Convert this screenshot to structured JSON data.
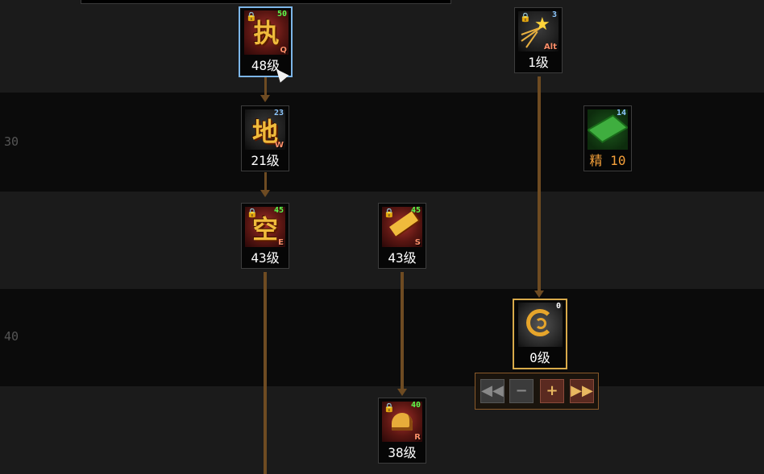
{
  "rows": [
    {
      "label": "30"
    },
    {
      "label": "40"
    }
  ],
  "skills": [
    {
      "id": "zhi",
      "glyph": "执",
      "count": "50",
      "key": "Q",
      "level": "48级",
      "locked": true,
      "icon": "zhi-skill-icon"
    },
    {
      "id": "star",
      "glyph": "",
      "count": "3",
      "key": "Alt",
      "level": "1级",
      "locked": true,
      "icon": "star-burst-icon"
    },
    {
      "id": "di",
      "glyph": "地",
      "count": "23",
      "key": "W",
      "level": "21级",
      "locked": false,
      "icon": "di-skill-icon"
    },
    {
      "id": "green",
      "glyph": "",
      "count": "14",
      "key": "",
      "level": "精 10",
      "locked": false,
      "icon": "green-leaf-icon"
    },
    {
      "id": "kong",
      "glyph": "空",
      "count": "45",
      "key": "E",
      "level": "43级",
      "locked": true,
      "icon": "kong-skill-icon"
    },
    {
      "id": "slash",
      "glyph": "",
      "count": "45",
      "key": "S",
      "level": "43级",
      "locked": true,
      "icon": "slash-skill-icon"
    },
    {
      "id": "spiral",
      "glyph": "",
      "count": "0",
      "key": "",
      "level": "0级",
      "locked": false,
      "icon": "spiral-skill-icon"
    },
    {
      "id": "bell",
      "glyph": "",
      "count": "40",
      "key": "R",
      "level": "38级",
      "locked": true,
      "icon": "bell-skill-icon"
    }
  ],
  "controls": {
    "rewind": "◀◀",
    "minus": "−",
    "plus": "+",
    "forward": "▶▶"
  },
  "icons": {
    "lock": "🔒"
  },
  "colors": {
    "connector": "#6e4b22",
    "selected_border": "#7db6e8",
    "active_border": "#d8aa4a",
    "level_text": "#ffffff",
    "sp_text": "#f5a03a"
  }
}
